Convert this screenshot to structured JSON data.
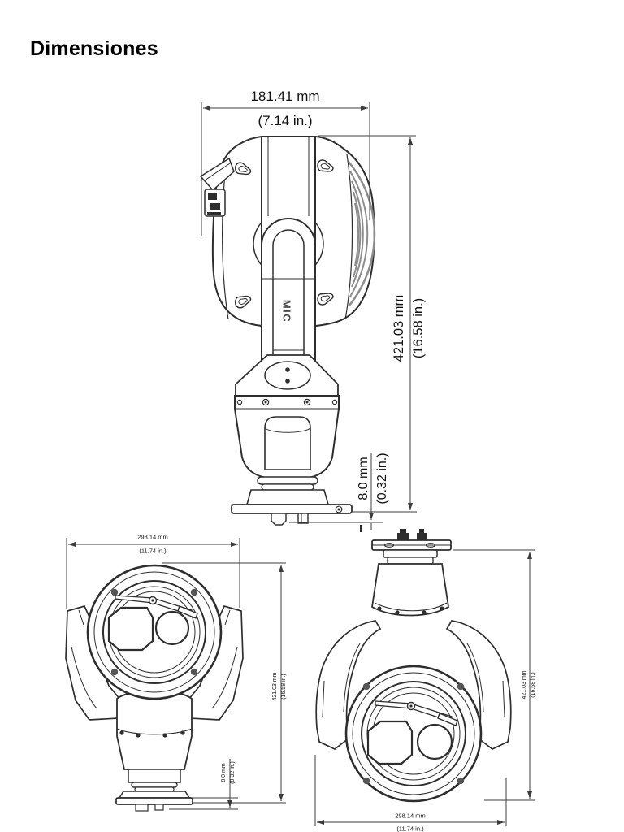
{
  "page": {
    "title": "Dimensiones",
    "colors": {
      "ink": "#2e2e2e",
      "dim": "#3c3c3c",
      "text": "#111111",
      "shade": "#8d8d8d",
      "paper": "#ffffff"
    }
  },
  "product": {
    "brand_label": "MIC"
  },
  "views": {
    "top": {
      "width_dim": {
        "mm": "181.41 mm",
        "in": "(7.14 in.)"
      },
      "height_dim": {
        "mm": "421.03 mm",
        "in": "(16.58 in.)"
      },
      "base_dim": {
        "mm": "8.0 mm",
        "in": "(0.32 in.)"
      }
    },
    "front": {
      "width_dim": {
        "mm": "298.14 mm",
        "in": "(11.74 in.)"
      },
      "height_dim": {
        "mm": "421.03 mm",
        "in": "(16.58 in.)"
      },
      "base_dim": {
        "mm": "8.0 mm",
        "in": "(0.32 in.)"
      }
    },
    "rear": {
      "height_dim": {
        "mm": "421.03 mm",
        "in": "(16.58 in.)"
      },
      "width_dim": {
        "mm": "298.14 mm",
        "in": "(11.74 in.)"
      }
    }
  }
}
